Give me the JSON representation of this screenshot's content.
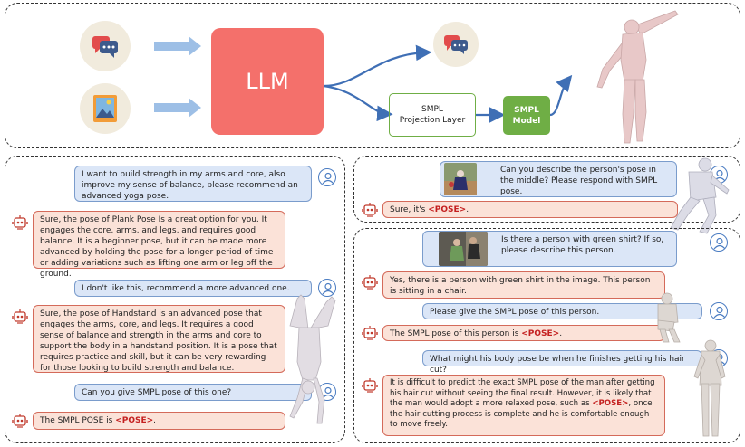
{
  "top": {
    "llm_label": "LLM",
    "projection_label_1": "SMPL",
    "projection_label_2": "Projection Layer",
    "model_label_1": "SMPL",
    "model_label_2": "Model"
  },
  "left_chat": {
    "msg1": "I want to build strength in my arms and core, also improve my sense of balance, please recommend an advanced yoga pose.",
    "msg2": "Sure, the pose of Plank Pose Is a great option for you. It engages the core, arms, and legs, and requires good balance. It is a beginner pose, but it can be made more advanced by holding the pose for a longer period of time or adding variations such as lifting one arm or leg off the ground.",
    "msg3": "I don't like this, recommend a more advanced one.",
    "msg4": "Sure, the pose of Handstand is an advanced pose that engages the arms, core, and legs. It requires a good sense of balance and strength in the arms and core to support the body in a handstand position. It is a pose that requires practice and skill, but it can be very rewarding for those looking to build strength and balance.",
    "msg5": "Can you give SMPL pose of this one?",
    "msg6_prefix": "The SMPL POSE is ",
    "msg6_pose": "<POSE>",
    "msg6_suffix": "."
  },
  "right_top_chat": {
    "msg1": "Can you describe the person's pose in the middle? Please respond with SMPL pose.",
    "msg2_prefix": "Sure, it's ",
    "msg2_pose": "<POSE>",
    "msg2_suffix": "."
  },
  "right_bottom_chat": {
    "msg1": "Is there a person with green shirt? If so, please describe this person.",
    "msg2": "Yes, there is a person with green shirt in the image. This person is sitting in a chair.",
    "msg3": "Please give the SMPL pose of this person.",
    "msg4_prefix": "The SMPL pose of this person is ",
    "msg4_pose": "<POSE>",
    "msg4_suffix": ".",
    "msg5": "What might his body pose be when he finishes getting his hair cut?",
    "msg6_part1": "It is difficult to predict the exact SMPL pose of the man after getting his hair cut without seeing the final result. However, it is likely that the man would adopt a more relaxed pose, such as ",
    "msg6_pose": "<POSE>",
    "msg6_part2": ", once the hair cutting process is complete and he is comfortable enough to move freely."
  },
  "colors": {
    "llm": "#f4706b",
    "arrow_light": "#9dbfe6",
    "arrow_dark": "#3f6fb5",
    "smpl_model": "#6fae45",
    "projection_border": "#6fae45",
    "user_bubble": "#dbe6f7",
    "bot_bubble": "#fbe2d8",
    "pose_token": "#c42020",
    "body_mesh": "#e8c8c8"
  },
  "icons": [
    "chat-icon",
    "image-icon",
    "user-icon",
    "robot-icon",
    "smpl-body-mesh"
  ]
}
